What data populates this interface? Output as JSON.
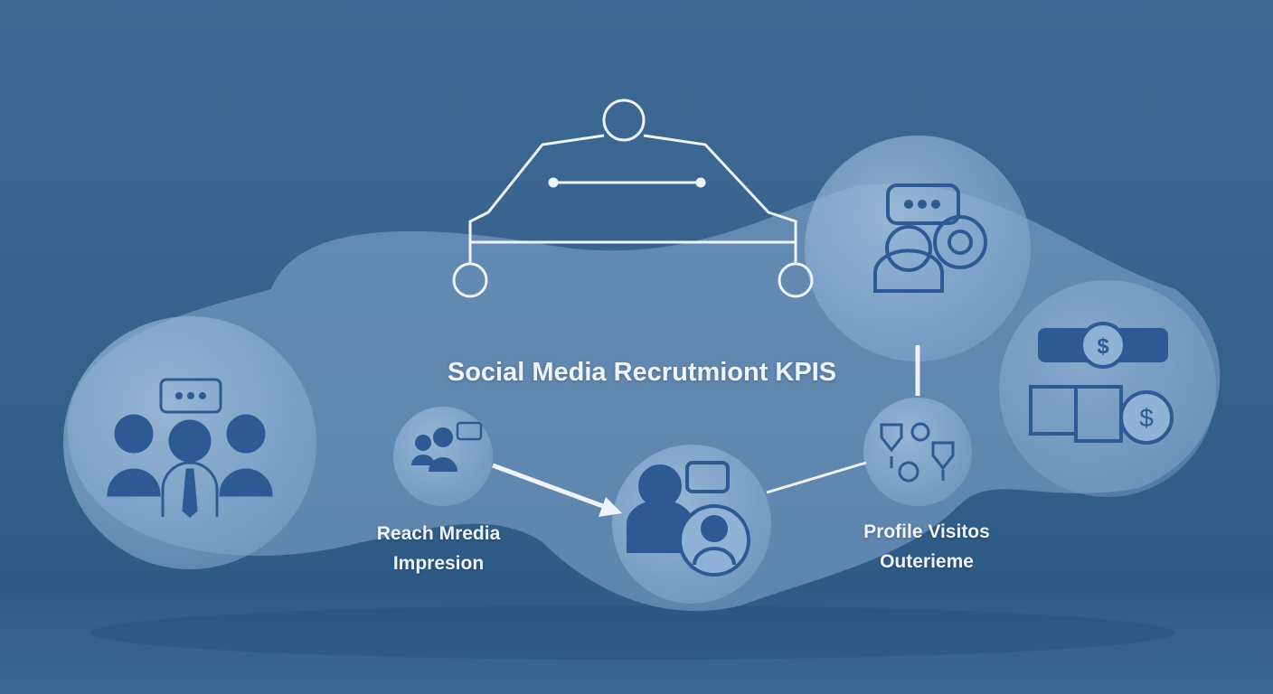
{
  "title": "Social Media Recrutmiont KPIS",
  "labels": {
    "left_line1": "Reach Mredia",
    "left_line2": "Impresion",
    "right_line1": "Profile Visitos",
    "right_line2": "Outerieme"
  },
  "colors": {
    "icon": "#2d5a93",
    "line": "#eef4fb",
    "bubble": "#8fb2d6"
  }
}
